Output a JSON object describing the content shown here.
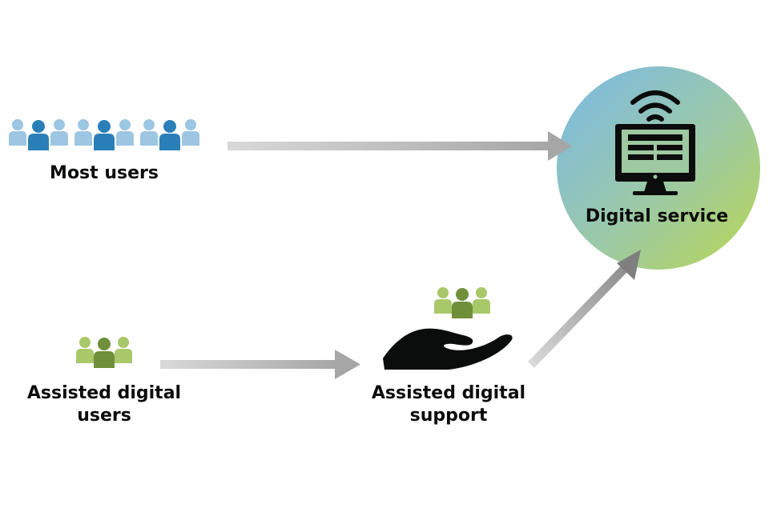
{
  "labels": {
    "most_users": "Most users",
    "assisted_digital_users": [
      "Assisted digital",
      "users"
    ],
    "assisted_digital_support": [
      "Assisted digital",
      "support"
    ],
    "digital_service": "Digital service"
  },
  "colors": {
    "blue_dark": "#2b7fb8",
    "blue_light": "#9cc6e2",
    "green_dark": "#6f8f3a",
    "green_light": "#a8c86a",
    "arrow": "#b8b8b8",
    "text": "#0b0c0c",
    "circle_top": "#7fbfe6",
    "circle_bottom": "#b6d45a"
  },
  "icons": {
    "most_users_groups": [
      "people-group-icon",
      "people-group-icon",
      "people-group-icon"
    ],
    "assisted_users": "people-group-icon",
    "support_people": "people-group-icon",
    "support_hand": "open-hand-icon",
    "service_monitor": "computer-monitor-icon",
    "service_wifi": "wifi-icon"
  }
}
